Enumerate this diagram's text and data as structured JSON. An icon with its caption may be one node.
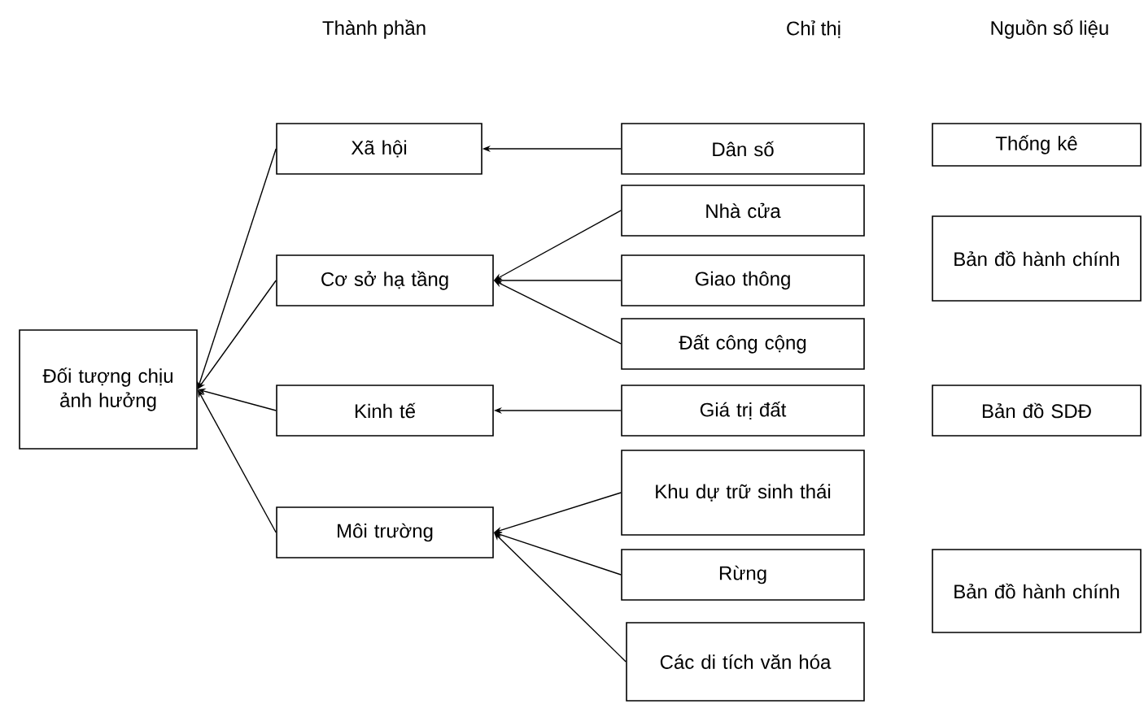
{
  "diagram": {
    "nodes": [
      {
        "text": [
          "Đối tượng chịu ảnh hưởng"
        ]
      },
      {
        "text": [
          "Xã hội"
        ]
      },
      {
        "text": [
          "Cơ sở hạ tầng"
        ]
      },
      {
        "text": [
          "Kinh tế"
        ]
      },
      {
        "text": [
          "Môi trường"
        ]
      },
      {
        "text": [
          "Dân số"
        ]
      },
      {
        "text": [
          "Nhà cửa"
        ]
      },
      {
        "text": [
          "Giao thông"
        ]
      },
      {
        "text": [
          "Đất công cộng"
        ]
      },
      {
        "text": [
          "Giá trị đất"
        ]
      },
      {
        "text": [
          "Khu dự trữ sinh thái"
        ]
      },
      {
        "text": [
          "Rừng"
        ]
      },
      {
        "text": [
          "Các di tích văn hóa"
        ]
      },
      {
        "text": [
          "Thống kê"
        ]
      },
      {
        "text": [
          "Bản đồ hành chính"
        ]
      },
      {
        "text": [
          "Bản đồ SDĐ"
        ]
      },
      {
        "text": [
          "Bản đồ hành chính"
        ]
      }
    ],
    "edges": [
      {
        "from": 1,
        "to": 0,
        "arrow": "to"
      },
      {
        "from": 2,
        "to": 0,
        "arrow": "to"
      },
      {
        "from": 3,
        "to": 0,
        "arrow": "to"
      },
      {
        "from": 4,
        "to": 0,
        "arrow": "to"
      },
      {
        "from": 5,
        "to": 1,
        "arrow": "to"
      },
      {
        "from": 6,
        "to": 2,
        "arrow": "to"
      },
      {
        "from": 7,
        "to": 2,
        "arrow": "to"
      },
      {
        "from": 8,
        "to": 2,
        "arrow": "to"
      },
      {
        "from": 9,
        "to": 3,
        "arrow": "to"
      },
      {
        "from": 10,
        "to": 4,
        "arrow": "to"
      },
      {
        "from": 11,
        "to": 4,
        "arrow": "to"
      },
      {
        "from": 12,
        "to": 4,
        "arrow": "to"
      }
    ],
    "labels": [
      "Thành phần",
      "Chỉ thị",
      "Nguồn số liệu"
    ]
  }
}
